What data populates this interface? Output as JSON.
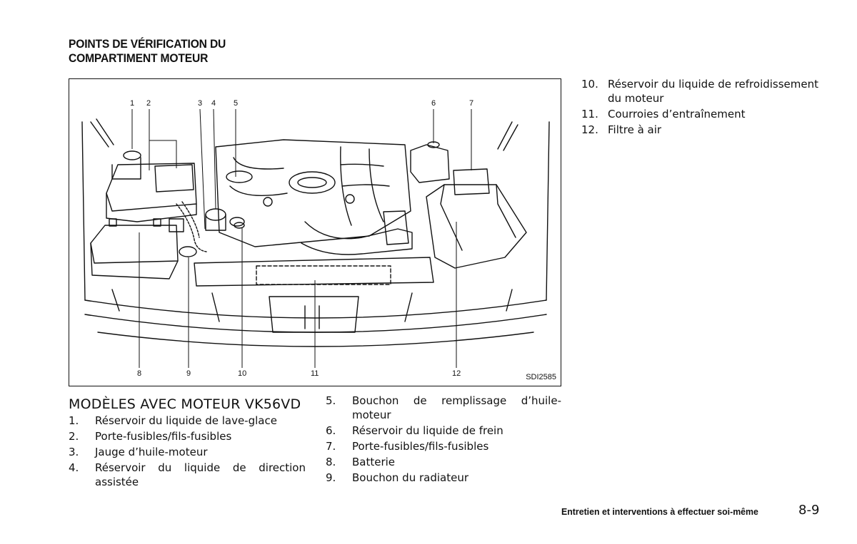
{
  "header": {
    "title_line1": "POINTS DE VÉRIFICATION DU",
    "title_line2": "COMPARTIMENT MOTEUR"
  },
  "figure": {
    "code": "SDI2585",
    "callouts_top": [
      "1",
      "2",
      "3",
      "4",
      "5",
      "6",
      "7"
    ],
    "callouts_bottom": [
      "8",
      "9",
      "10",
      "11",
      "12"
    ]
  },
  "section": {
    "subtitle": "MODÈLES AVEC MOTEUR VK56VD"
  },
  "items_col1": [
    {
      "num": "1.",
      "text": "Réservoir du liquide de lave-glace"
    },
    {
      "num": "2.",
      "text": "Porte-fusibles/fils-fusibles"
    },
    {
      "num": "3.",
      "text": "Jauge d’huile-moteur"
    },
    {
      "num": "4.",
      "text": "Réservoir du liquide de direction assistée"
    }
  ],
  "items_col2": [
    {
      "num": "5.",
      "text": "Bouchon de remplissage d’huile-moteur"
    },
    {
      "num": "6.",
      "text": "Réservoir du liquide de frein"
    },
    {
      "num": "7.",
      "text": "Porte-fusibles/fils-fusibles"
    },
    {
      "num": "8.",
      "text": "Batterie"
    },
    {
      "num": "9.",
      "text": "Bouchon du radiateur"
    }
  ],
  "items_col3": [
    {
      "num": "10.",
      "text": "Réservoir du liquide de refroidissement du moteur"
    },
    {
      "num": "11.",
      "text": "Courroies d’entraînement"
    },
    {
      "num": "12.",
      "text": "Filtre à air"
    }
  ],
  "footer": {
    "section_text": "Entretien et interventions à effectuer soi-même",
    "page_number": "8-9"
  }
}
